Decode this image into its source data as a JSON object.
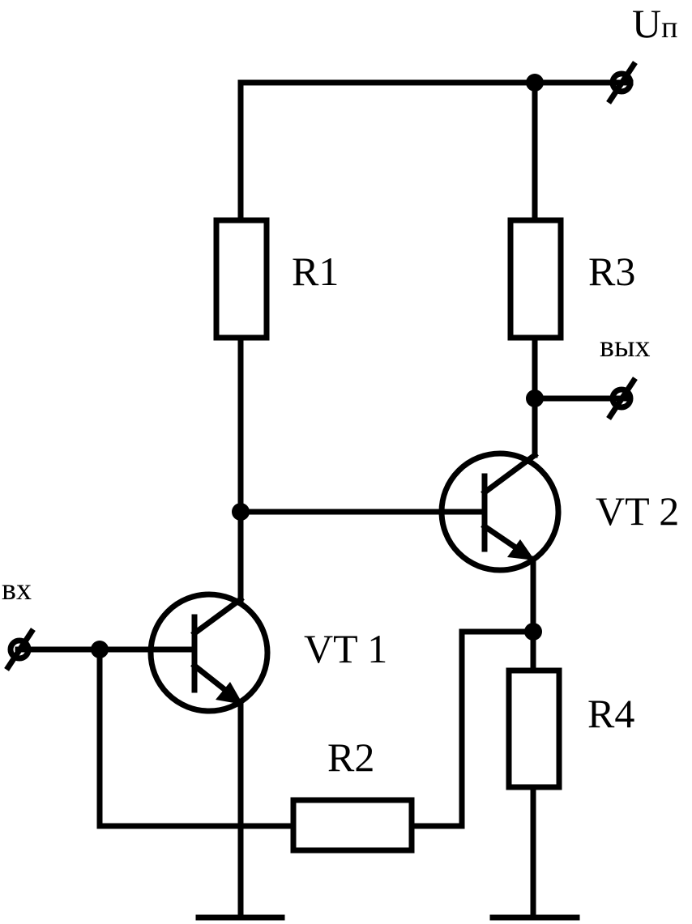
{
  "labels": {
    "supply": "U",
    "supply_sub": "п",
    "r1": "R1",
    "r2": "R2",
    "r3": "R3",
    "r4": "R4",
    "vt1": "VT 1",
    "vt2": "VT 2",
    "input": "вх",
    "output": "вых"
  }
}
